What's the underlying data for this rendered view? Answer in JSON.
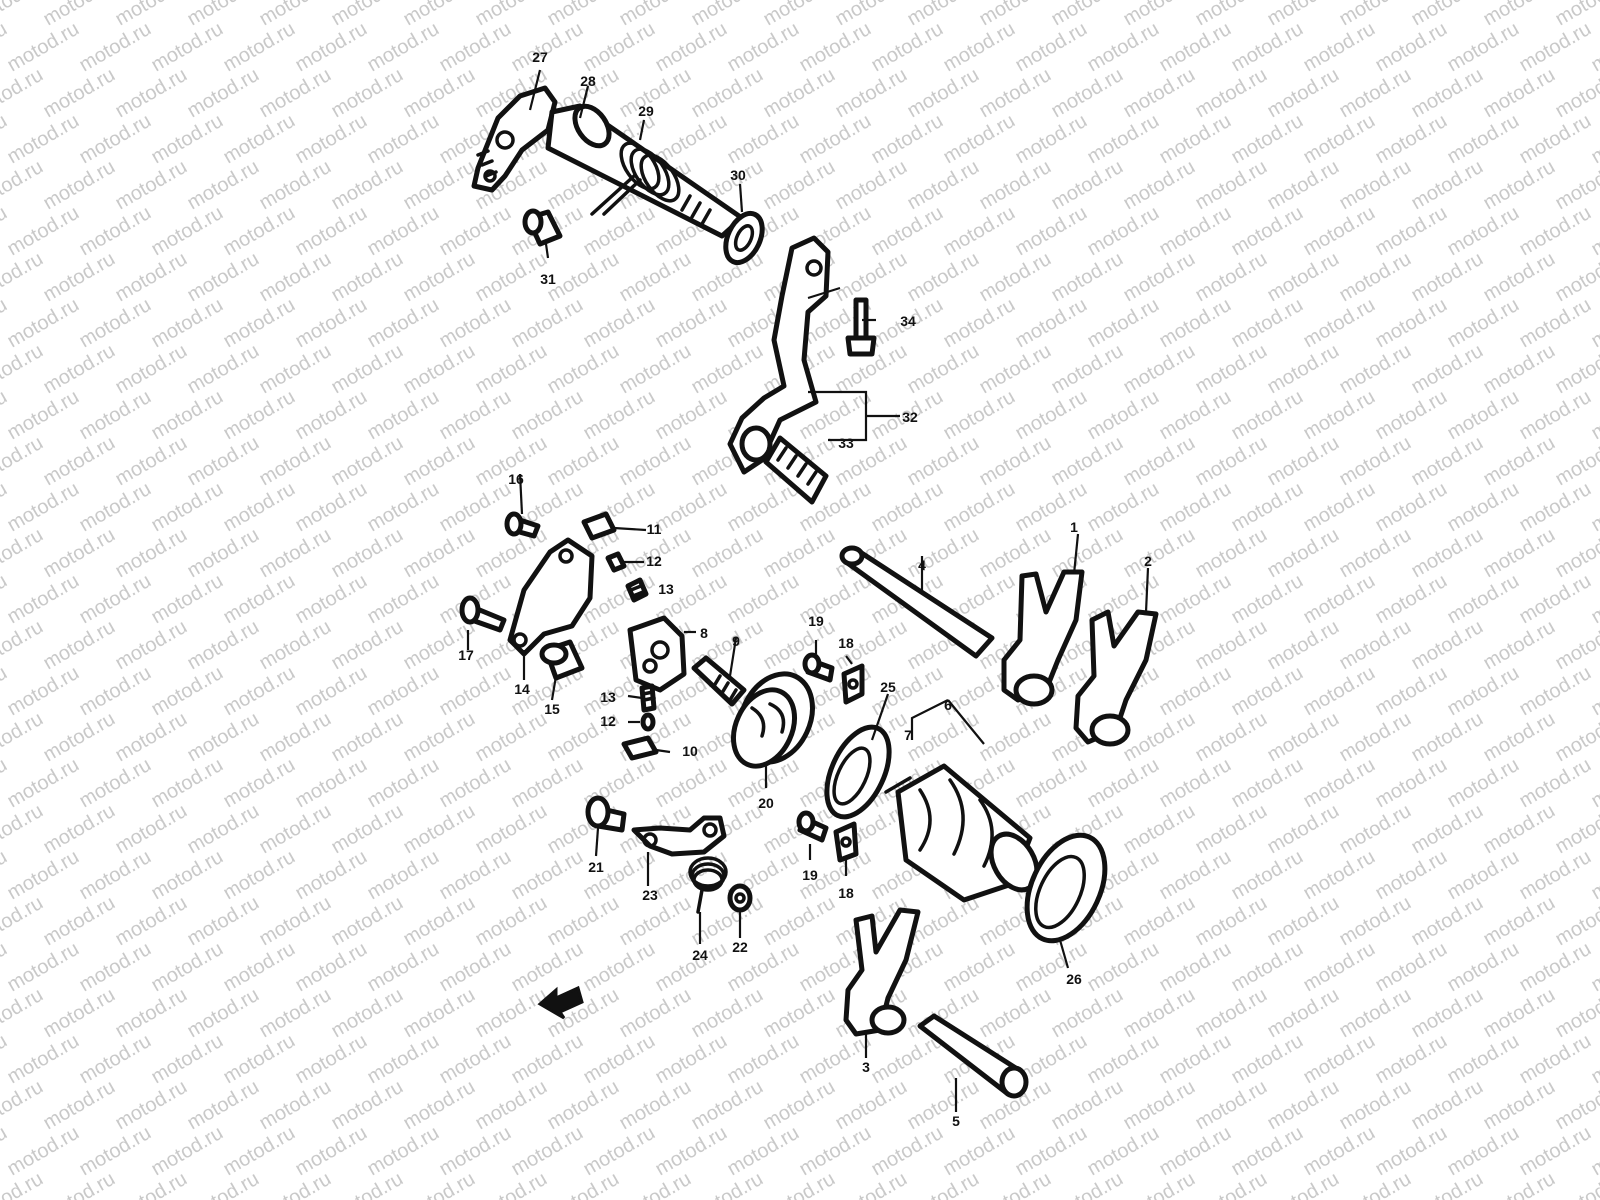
{
  "diagram": {
    "watermark_text": "motod.ru",
    "colors": {
      "ink": "#111111",
      "watermark": "#c9c9c9",
      "background": "#ffffff"
    },
    "callouts": {
      "c1": "1",
      "c2": "2",
      "c3": "3",
      "c4": "4",
      "c5": "5",
      "c6": "6",
      "c7": "7",
      "c8": "8",
      "c9": "9",
      "c10": "10",
      "c11": "11",
      "c12a": "12",
      "c12b": "12",
      "c13a": "13",
      "c13b": "13",
      "c14": "14",
      "c15": "15",
      "c16": "16",
      "c17": "17",
      "c18a": "18",
      "c18b": "18",
      "c19a": "19",
      "c19b": "19",
      "c20": "20",
      "c21": "21",
      "c22": "22",
      "c23": "23",
      "c24": "24",
      "c25": "25",
      "c26": "26",
      "c27": "27",
      "c28": "28",
      "c29": "29",
      "c30": "30",
      "c31": "31",
      "c32": "32",
      "c33": "33",
      "c34": "34"
    },
    "icons": {
      "direction_arrow": "front-direction-arrow-icon"
    }
  }
}
